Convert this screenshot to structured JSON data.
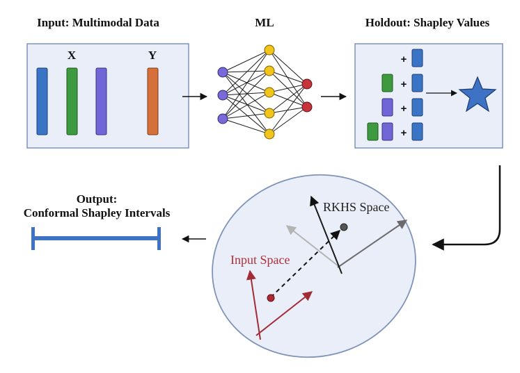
{
  "panels": {
    "input": {
      "title": "Input: Multimodal Data",
      "x_label": "X",
      "y_label": "Y"
    },
    "model": {
      "title": "ML"
    },
    "holdout": {
      "title": "Holdout: Shapley Values",
      "plus_sign": "+"
    },
    "output": {
      "title_line1": "Output:",
      "title_line2": "Conformal Shapley Intervals"
    }
  },
  "spaces": {
    "rkhs": "RKHS Space",
    "input": "Input Space"
  },
  "colors": {
    "panel_fill": "#e9eef8",
    "panel_stroke": "#7f93b8",
    "blue_bar": "#3a74c4",
    "green_bar": "#3e9a3e",
    "purple_bar": "#7166d6",
    "orange_bar": "#d6703a",
    "node_purple": "#7a6ad8",
    "node_yellow": "#f2c51d",
    "node_red": "#c8323a",
    "star": "#3d72c4",
    "interval": "#3d72c4",
    "input_space_text": "#b0303a",
    "rkhs_text": "#222222"
  }
}
